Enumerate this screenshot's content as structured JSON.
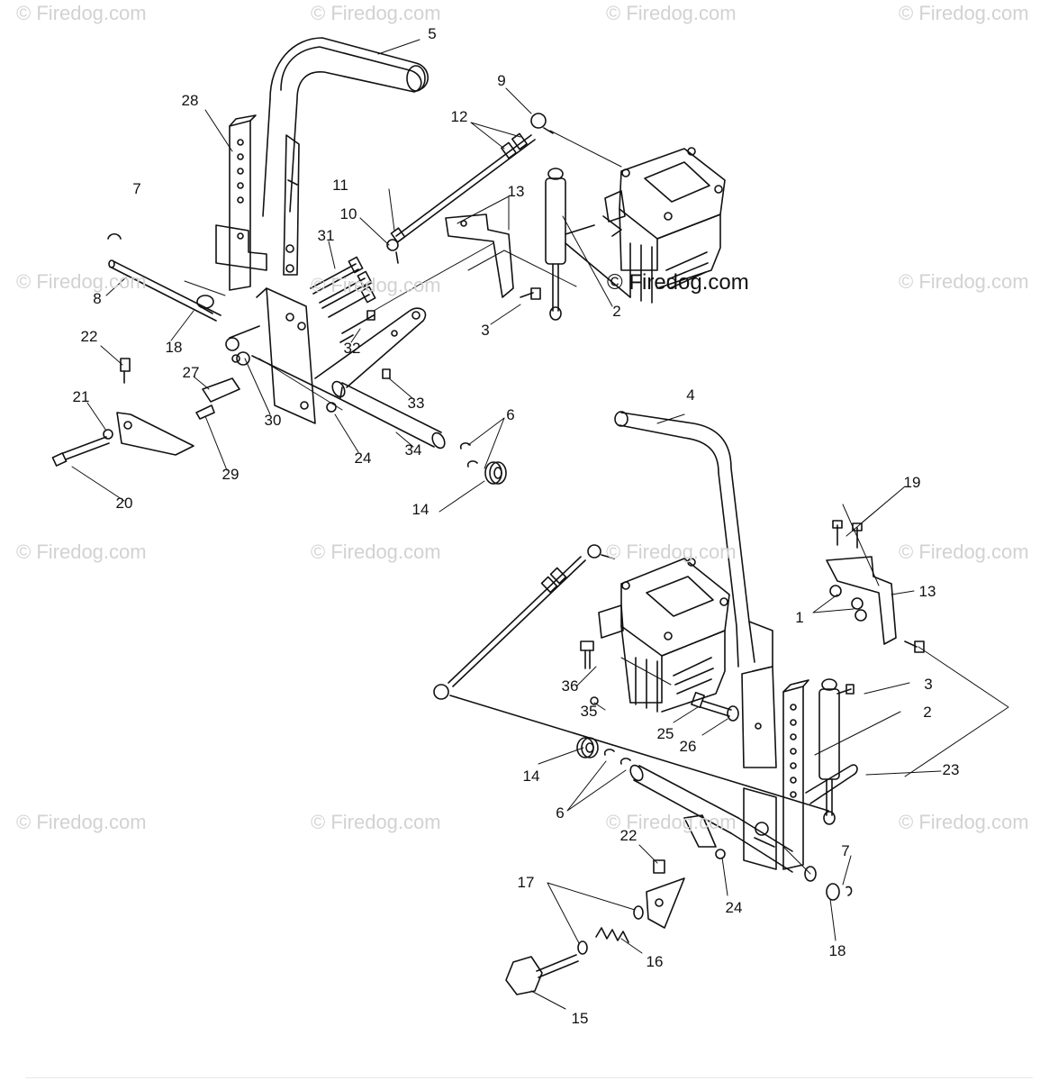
{
  "watermark": "© Firedog.com",
  "main_watermark": "© Firedog.com",
  "callouts": [
    "5",
    "28",
    "9",
    "12",
    "7",
    "11",
    "13",
    "10",
    "31",
    "8",
    "2",
    "18",
    "3",
    "22",
    "32",
    "27",
    "33",
    "30",
    "21",
    "24",
    "34",
    "6",
    "29",
    "20",
    "14",
    "4",
    "19",
    "13",
    "1",
    "36",
    "3",
    "35",
    "2",
    "25",
    "26",
    "14",
    "23",
    "6",
    "22",
    "7",
    "24",
    "17",
    "18",
    "16",
    "15"
  ]
}
